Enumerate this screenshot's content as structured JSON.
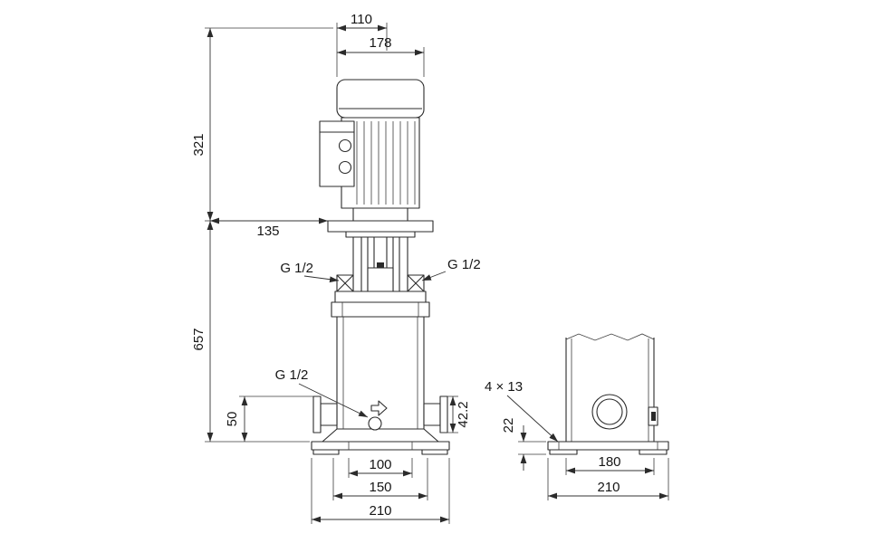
{
  "drawing": {
    "type": "technical-dimensional-drawing",
    "background_color": "#ffffff",
    "line_color": "#2b2b2b",
    "views": {
      "front": "pump front elevation with motor",
      "side": "base / foundation view"
    },
    "labels": {
      "dim_motor_top": "110",
      "dim_motor_width": "178",
      "dim_motor_height": "321",
      "dim_head_offset": "135",
      "dim_total_height": "657",
      "port_top_left": "G 1/2",
      "port_top_right": "G 1/2",
      "port_drain": "G 1/2",
      "dim_suction_height": "50",
      "dim_port_height": "42.2",
      "dim_base_holes": "100",
      "dim_base_mid": "150",
      "dim_base_width_front": "210",
      "base_bolt_holes": "4 × 13",
      "dim_base_thickness": "22",
      "dim_base_inner_width": "180",
      "dim_base_outer_width": "210"
    }
  }
}
